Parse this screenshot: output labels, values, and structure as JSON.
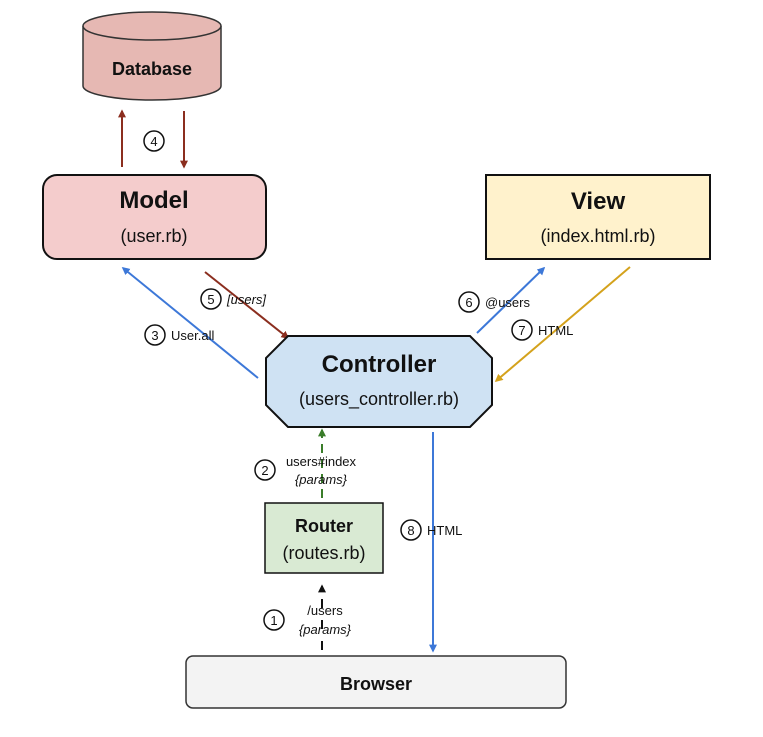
{
  "nodes": {
    "database": {
      "title": "Database"
    },
    "model": {
      "title": "Model",
      "file": "(user.rb)"
    },
    "view": {
      "title": "View",
      "file": "(index.html.rb)"
    },
    "controller": {
      "title": "Controller",
      "file": "(users_controller.rb)"
    },
    "router": {
      "title": "Router",
      "file": "(routes.rb)"
    },
    "browser": {
      "title": "Browser"
    }
  },
  "steps": [
    {
      "num": "1",
      "text": "/users",
      "sub": "{params}"
    },
    {
      "num": "2",
      "text": "users#index",
      "sub": "{params}"
    },
    {
      "num": "3",
      "text": "User.all"
    },
    {
      "num": "4"
    },
    {
      "num": "5",
      "text": "[users]"
    },
    {
      "num": "6",
      "text": "@users"
    },
    {
      "num": "7",
      "text": "HTML"
    },
    {
      "num": "8",
      "text": "HTML"
    }
  ],
  "colors": {
    "database_fill": "#e6b8b3",
    "model_fill": "#f4cccc",
    "view_fill": "#fff2cc",
    "controller_fill": "#cfe2f3",
    "router_fill": "#d9ead3",
    "browser_fill": "#f3f3f3",
    "arrow_blue": "#3d78d8",
    "arrow_red": "#8b2e1f",
    "arrow_gold": "#d4a21c",
    "arrow_green": "#3a7d2a",
    "arrow_black": "#111111"
  }
}
